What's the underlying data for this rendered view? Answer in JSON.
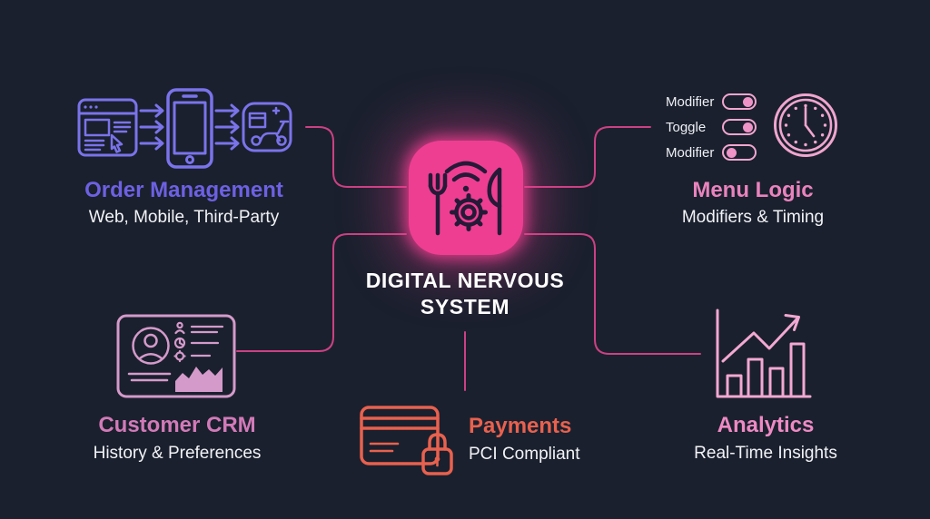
{
  "hub": {
    "title_line1": "DIGITAL NERVOUS",
    "title_line2": "SYSTEM",
    "icon": "fork-gear-knife-wifi-icon"
  },
  "nodes": {
    "order_management": {
      "title": "Order Management",
      "subtitle": "Web, Mobile, Third-Party",
      "icons": [
        "browser-icon",
        "arrow-icons",
        "phone-icon",
        "arrow-icons",
        "delivery-scooter-icon"
      ]
    },
    "menu_logic": {
      "title": "Menu Logic",
      "subtitle": "Modifiers & Timing",
      "toggles": [
        {
          "label": "Modifier",
          "state": "on"
        },
        {
          "label": "Toggle",
          "state": "on"
        },
        {
          "label": "Modifier",
          "state": "off"
        }
      ],
      "icons": [
        "clock-icon"
      ]
    },
    "customer_crm": {
      "title": "Customer CRM",
      "subtitle": "History & Preferences",
      "icons": [
        "contact-card-icon"
      ]
    },
    "payments": {
      "title": "Payments",
      "subtitle": "PCI Compliant",
      "icons": [
        "credit-card-lock-icon"
      ]
    },
    "analytics": {
      "title": "Analytics",
      "subtitle": "Real-Time Insights",
      "icons": [
        "bar-chart-trend-icon"
      ]
    }
  },
  "colors": {
    "background": "#1a202e",
    "hub_pink": "#ee3e92",
    "hub_icon_stroke": "#251a38",
    "connector": "#cc4183",
    "order_purple": "#6e60e2",
    "order_icon_purple": "#7a73ea",
    "menu_pink": "#e983bd",
    "toggle_pink": "#f2a6d0",
    "crm_pink": "#d27ab8",
    "crm_icon": "#d49aca",
    "payments_coral": "#e8614e",
    "analytics_pink": "#ee8ac4",
    "analytics_icon": "#f2a8d2",
    "subtitle_white": "#f2f3f6"
  }
}
